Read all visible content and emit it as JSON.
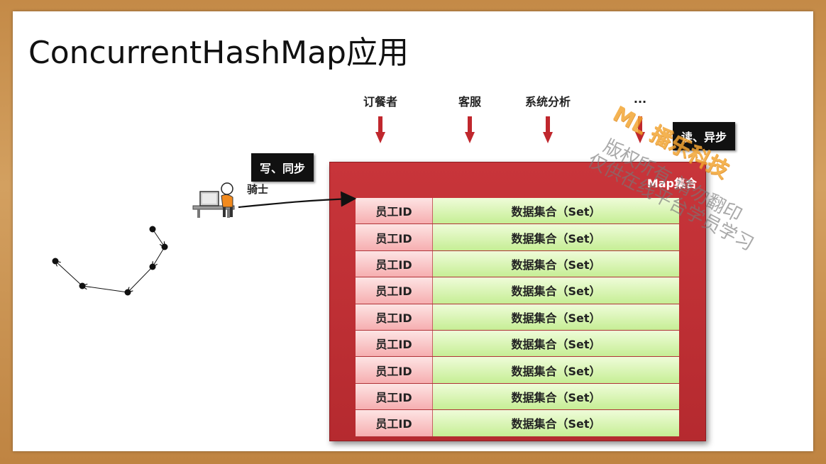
{
  "slide": {
    "title": "ConcurrentHashMap应用"
  },
  "roles": [
    {
      "label": "订餐者"
    },
    {
      "label": "客服"
    },
    {
      "label": "系统分析"
    },
    {
      "label": "..."
    }
  ],
  "tags": {
    "write_sync": "写、同步",
    "read_async": "读、异步"
  },
  "knight": {
    "label": "骑士"
  },
  "map": {
    "label": "Map集合",
    "rows": [
      {
        "id": "员工ID",
        "data": "数据集合（Set）"
      },
      {
        "id": "员工ID",
        "data": "数据集合（Set）"
      },
      {
        "id": "员工ID",
        "data": "数据集合（Set）"
      },
      {
        "id": "员工ID",
        "data": "数据集合（Set）"
      },
      {
        "id": "员工ID",
        "data": "数据集合（Set）"
      },
      {
        "id": "员工ID",
        "data": "数据集合（Set）"
      },
      {
        "id": "员工ID",
        "data": "数据集合（Set）"
      },
      {
        "id": "员工ID",
        "data": "数据集合（Set）"
      },
      {
        "id": "员工ID",
        "data": "数据集合（Set）"
      }
    ]
  },
  "watermark": {
    "logo": "ML 播乐科技",
    "line1": "版权所有  请勿翻印",
    "line2": "仅供在线平台学员学习"
  },
  "colors": {
    "map_red": "#c8353a",
    "arrow_red": "#c0272d",
    "id_cell_pink": "#f6aeb0",
    "data_cell_green": "#c6ee95",
    "watermark_orange": "#f3a635"
  }
}
